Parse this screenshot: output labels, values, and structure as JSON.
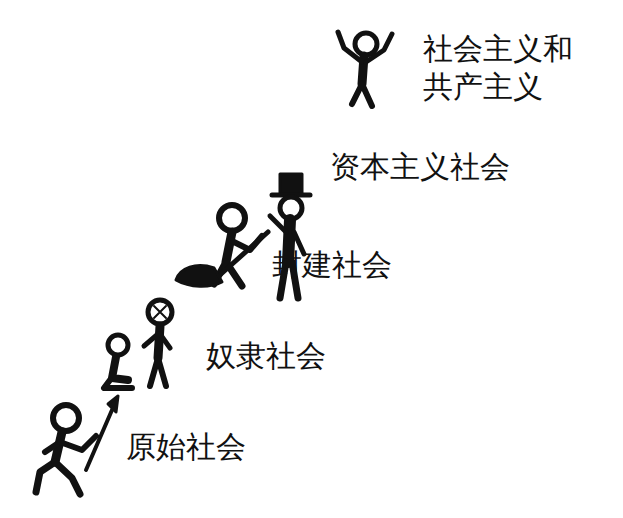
{
  "diagram": {
    "labels": [
      "社会主义和 共产主义",
      "资本主义社会",
      "封建社会",
      "奴隶社会",
      "原始社会"
    ]
  }
}
